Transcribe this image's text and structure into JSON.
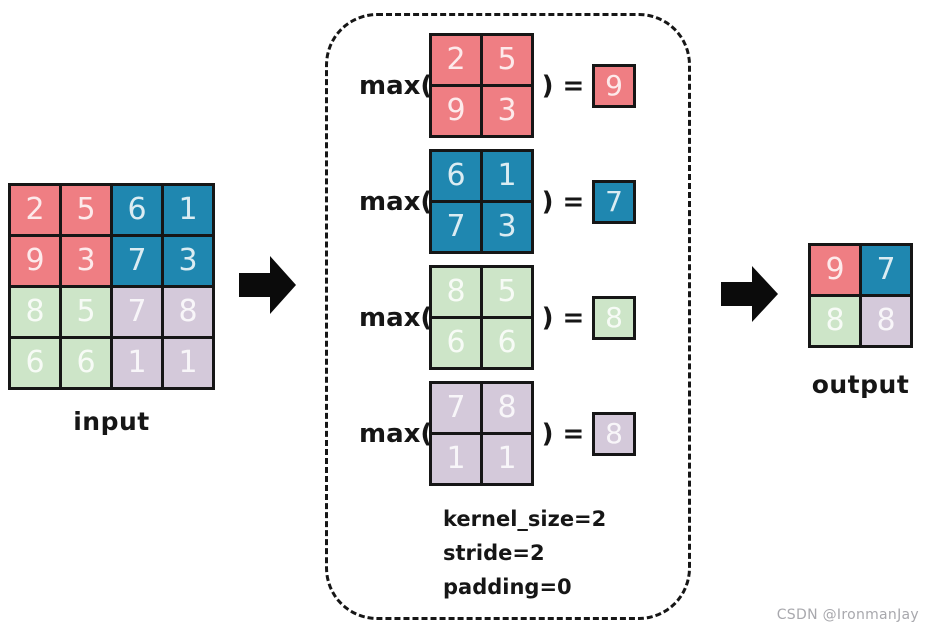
{
  "colors": {
    "pink": "#ef7e83",
    "blue": "#1f87b0",
    "green": "#cde5c8",
    "purple": "#d4c9da"
  },
  "input": {
    "label": "input",
    "rows": 4,
    "cols": 4,
    "cells": [
      {
        "v": "2",
        "c": "pink"
      },
      {
        "v": "5",
        "c": "pink"
      },
      {
        "v": "6",
        "c": "blue"
      },
      {
        "v": "1",
        "c": "blue"
      },
      {
        "v": "9",
        "c": "pink"
      },
      {
        "v": "3",
        "c": "pink"
      },
      {
        "v": "7",
        "c": "blue"
      },
      {
        "v": "3",
        "c": "blue"
      },
      {
        "v": "8",
        "c": "green"
      },
      {
        "v": "5",
        "c": "green"
      },
      {
        "v": "7",
        "c": "purple"
      },
      {
        "v": "8",
        "c": "purple"
      },
      {
        "v": "6",
        "c": "green"
      },
      {
        "v": "6",
        "c": "green"
      },
      {
        "v": "1",
        "c": "purple"
      },
      {
        "v": "1",
        "c": "purple"
      }
    ]
  },
  "pooling": {
    "operations": [
      {
        "fn": "max(",
        "eq": ") =",
        "cells": [
          {
            "v": "2",
            "c": "pink"
          },
          {
            "v": "5",
            "c": "pink"
          },
          {
            "v": "9",
            "c": "pink"
          },
          {
            "v": "3",
            "c": "pink"
          }
        ],
        "result": {
          "v": "9",
          "c": "pink"
        }
      },
      {
        "fn": "max(",
        "eq": ") =",
        "cells": [
          {
            "v": "6",
            "c": "blue"
          },
          {
            "v": "1",
            "c": "blue"
          },
          {
            "v": "7",
            "c": "blue"
          },
          {
            "v": "3",
            "c": "blue"
          }
        ],
        "result": {
          "v": "7",
          "c": "blue"
        }
      },
      {
        "fn": "max(",
        "eq": ") =",
        "cells": [
          {
            "v": "8",
            "c": "green"
          },
          {
            "v": "5",
            "c": "green"
          },
          {
            "v": "6",
            "c": "green"
          },
          {
            "v": "6",
            "c": "green"
          }
        ],
        "result": {
          "v": "8",
          "c": "green"
        }
      },
      {
        "fn": "max(",
        "eq": ") =",
        "cells": [
          {
            "v": "7",
            "c": "purple"
          },
          {
            "v": "8",
            "c": "purple"
          },
          {
            "v": "1",
            "c": "purple"
          },
          {
            "v": "1",
            "c": "purple"
          }
        ],
        "result": {
          "v": "8",
          "c": "purple"
        }
      }
    ],
    "params": [
      "kernel_size=2",
      "stride=2",
      "padding=0"
    ]
  },
  "output": {
    "label": "output",
    "rows": 2,
    "cols": 2,
    "cells": [
      {
        "v": "9",
        "c": "pink"
      },
      {
        "v": "7",
        "c": "blue"
      },
      {
        "v": "8",
        "c": "green"
      },
      {
        "v": "8",
        "c": "purple"
      }
    ]
  },
  "watermark": "CSDN @IronmanJay"
}
